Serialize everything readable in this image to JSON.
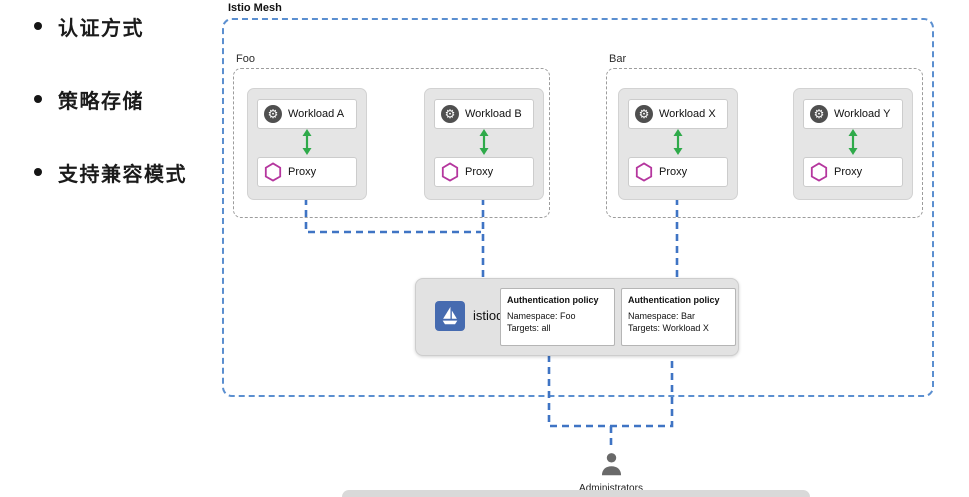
{
  "slide": {
    "bullets": [
      "认证方式",
      "策略存储",
      "支持兼容模式"
    ]
  },
  "mesh": {
    "title": "Istio Mesh",
    "namespaces": [
      {
        "label": "Foo",
        "workloads": [
          {
            "name": "Workload A",
            "proxy_label": "Proxy"
          },
          {
            "name": "Workload B",
            "proxy_label": "Proxy"
          }
        ]
      },
      {
        "label": "Bar",
        "workloads": [
          {
            "name": "Workload X",
            "proxy_label": "Proxy"
          },
          {
            "name": "Workload Y",
            "proxy_label": "Proxy"
          }
        ]
      }
    ],
    "istiod": {
      "label": "istiod",
      "policies": [
        {
          "title": "Authentication policy",
          "namespace_line": "Namespace: Foo",
          "targets_line": "Targets: all"
        },
        {
          "title": "Authentication policy",
          "namespace_line": "Namespace: Bar",
          "targets_line": "Targets: Workload X"
        }
      ]
    },
    "administrators_label": "Administrators"
  },
  "colors": {
    "mesh_border": "#5b8fd0",
    "connector_blue": "#3f74c4",
    "mtls_green": "#2faa4a",
    "proxy_hexagon": "#b5369e",
    "istiod_blue": "#466bb0"
  }
}
